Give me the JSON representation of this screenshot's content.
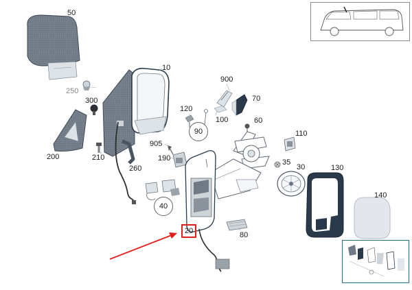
{
  "diagram": {
    "labels": [
      {
        "key": "50",
        "text": "50"
      },
      {
        "key": "10",
        "text": "10"
      },
      {
        "key": "900",
        "text": "900"
      },
      {
        "key": "70",
        "text": "70"
      },
      {
        "key": "250",
        "text": "250"
      },
      {
        "key": "300",
        "text": "300"
      },
      {
        "key": "120",
        "text": "120"
      },
      {
        "key": "100",
        "text": "100"
      },
      {
        "key": "60",
        "text": "60"
      },
      {
        "key": "90",
        "text": "90"
      },
      {
        "key": "110",
        "text": "110"
      },
      {
        "key": "905",
        "text": "905"
      },
      {
        "key": "200",
        "text": "200"
      },
      {
        "key": "210",
        "text": "210"
      },
      {
        "key": "190",
        "text": "190"
      },
      {
        "key": "35",
        "text": "35"
      },
      {
        "key": "30",
        "text": "30"
      },
      {
        "key": "130",
        "text": "130"
      },
      {
        "key": "260",
        "text": "260"
      },
      {
        "key": "40",
        "text": "40"
      },
      {
        "key": "140",
        "text": "140"
      },
      {
        "key": "20",
        "text": "20"
      },
      {
        "key": "80",
        "text": "80"
      }
    ],
    "highlighted_part": "20",
    "highlight_color": "#e0201c",
    "part_color": "#6f7a86",
    "detail_color": "#2a3a4a"
  }
}
